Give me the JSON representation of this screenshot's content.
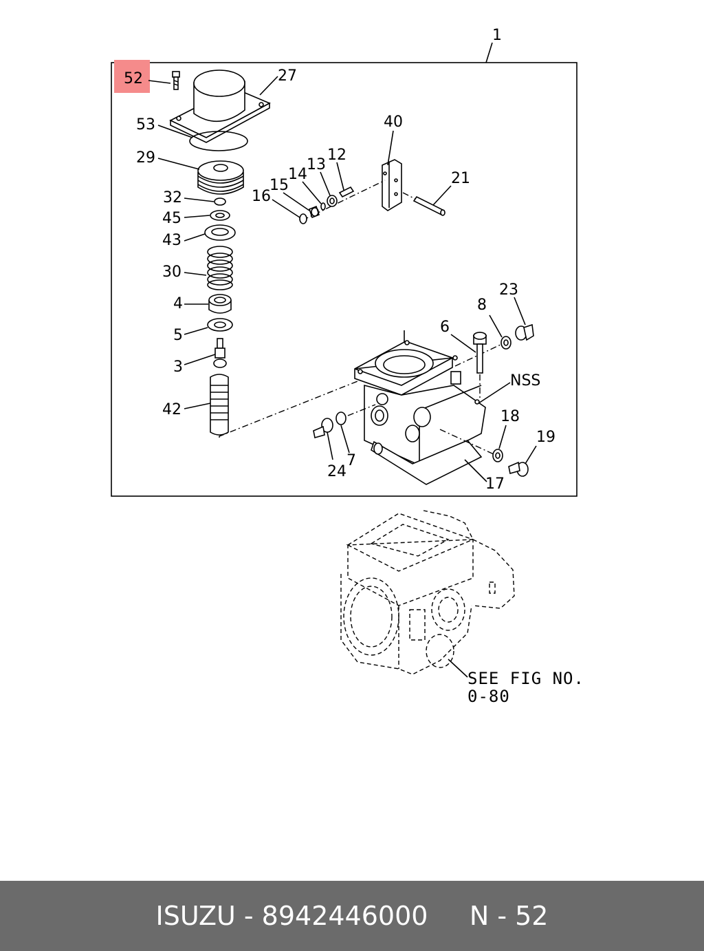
{
  "diagram": {
    "highlight_color": "#f58b8b",
    "highlighted_part": "52",
    "assembly_label": "1",
    "callouts": [
      "52",
      "27",
      "53",
      "29",
      "32",
      "45",
      "43",
      "30",
      "4",
      "5",
      "3",
      "42",
      "40",
      "13",
      "12",
      "14",
      "15",
      "16",
      "21",
      "23",
      "8",
      "6",
      "NSS",
      "18",
      "19",
      "7",
      "24",
      "17"
    ],
    "reference_note_line1": "SEE FIG NO.",
    "reference_note_line2": "0-80"
  },
  "footer": {
    "text": "ISUZU - 8942446000     N - 52",
    "background": "#6b6b6b"
  }
}
